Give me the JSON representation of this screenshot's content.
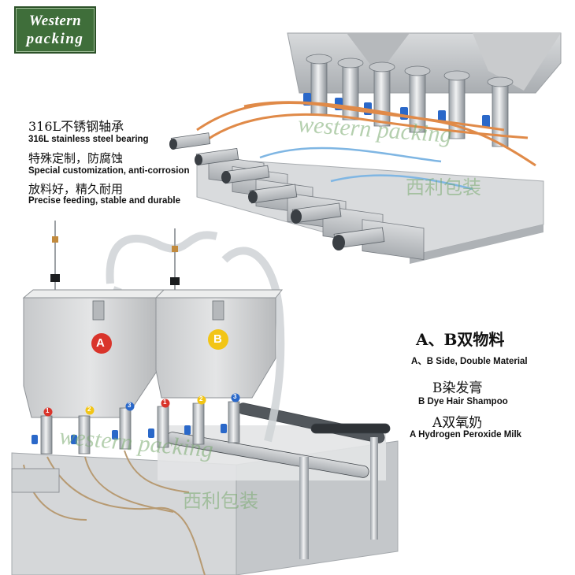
{
  "logo": {
    "line1": "Western",
    "line2": "packing"
  },
  "features": [
    {
      "cn": "316L不锈钢轴承",
      "en": "316L stainless steel bearing"
    },
    {
      "cn": "特殊定制，防腐蚀",
      "en": "Special customization, anti-corrosion"
    },
    {
      "cn": "放料好，精久耐用",
      "en": "Precise feeding, stable and durable"
    }
  ],
  "materials": [
    {
      "cn": "A、B双物料",
      "en": "A、B Side, Double Material"
    },
    {
      "cn": "B染发膏",
      "en": "B Dye Hair Shampoo"
    },
    {
      "cn": "A双氧奶",
      "en": "A Hydrogen Peroxide Milk"
    }
  ],
  "hopper_labels": {
    "a": "A",
    "b": "B"
  },
  "nozzle_numbers": [
    "1",
    "2",
    "3",
    "1",
    "2",
    "3"
  ],
  "watermarks": {
    "en": "western packing",
    "cn": "西利包装"
  },
  "colors": {
    "logo_green": "#3f6e3a",
    "label_red": "#d9342b",
    "label_yellow": "#f2c515",
    "nozzle_blue": "#2a68c9",
    "tube_orange": "#e08a48"
  }
}
